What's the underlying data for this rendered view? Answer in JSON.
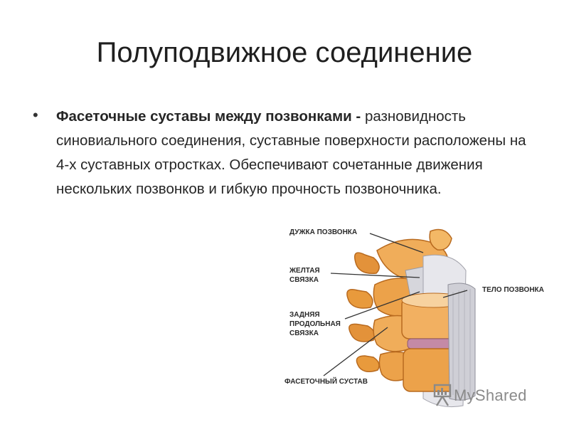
{
  "slide": {
    "title": "Полуподвижное соединение",
    "bullet": {
      "bold": "Фасеточные суставы между позвонками -",
      "text": " разновидность синовиального соединения, суставные поверхности расположены на 4-х суставных отростках. Обеспечивают сочетанные движения нескольких позвонков и гибкую прочность позвоночника."
    }
  },
  "figure": {
    "labels": {
      "arch": "ДУЖКА ПОЗВОНКА",
      "yellow_1": "ЖЕЛТАЯ",
      "yellow_2": "СВЯЗКА",
      "body": "ТЕЛО ПОЗВОНКА",
      "posterior_1": "ЗАДНЯЯ",
      "posterior_2": "ПРОДОЛЬНАЯ",
      "posterior_3": "СВЯЗКА",
      "facet": "ФАСЕТОЧНЫЙ СУСТАВ"
    }
  },
  "watermark": {
    "text": "MyShared",
    "icon": "presentation-board-icon"
  },
  "colors": {
    "bone": "#e89a3c",
    "bone_light": "#f6c98a",
    "disc": "#c9c9cf",
    "ligament": "#d8d8dd"
  }
}
